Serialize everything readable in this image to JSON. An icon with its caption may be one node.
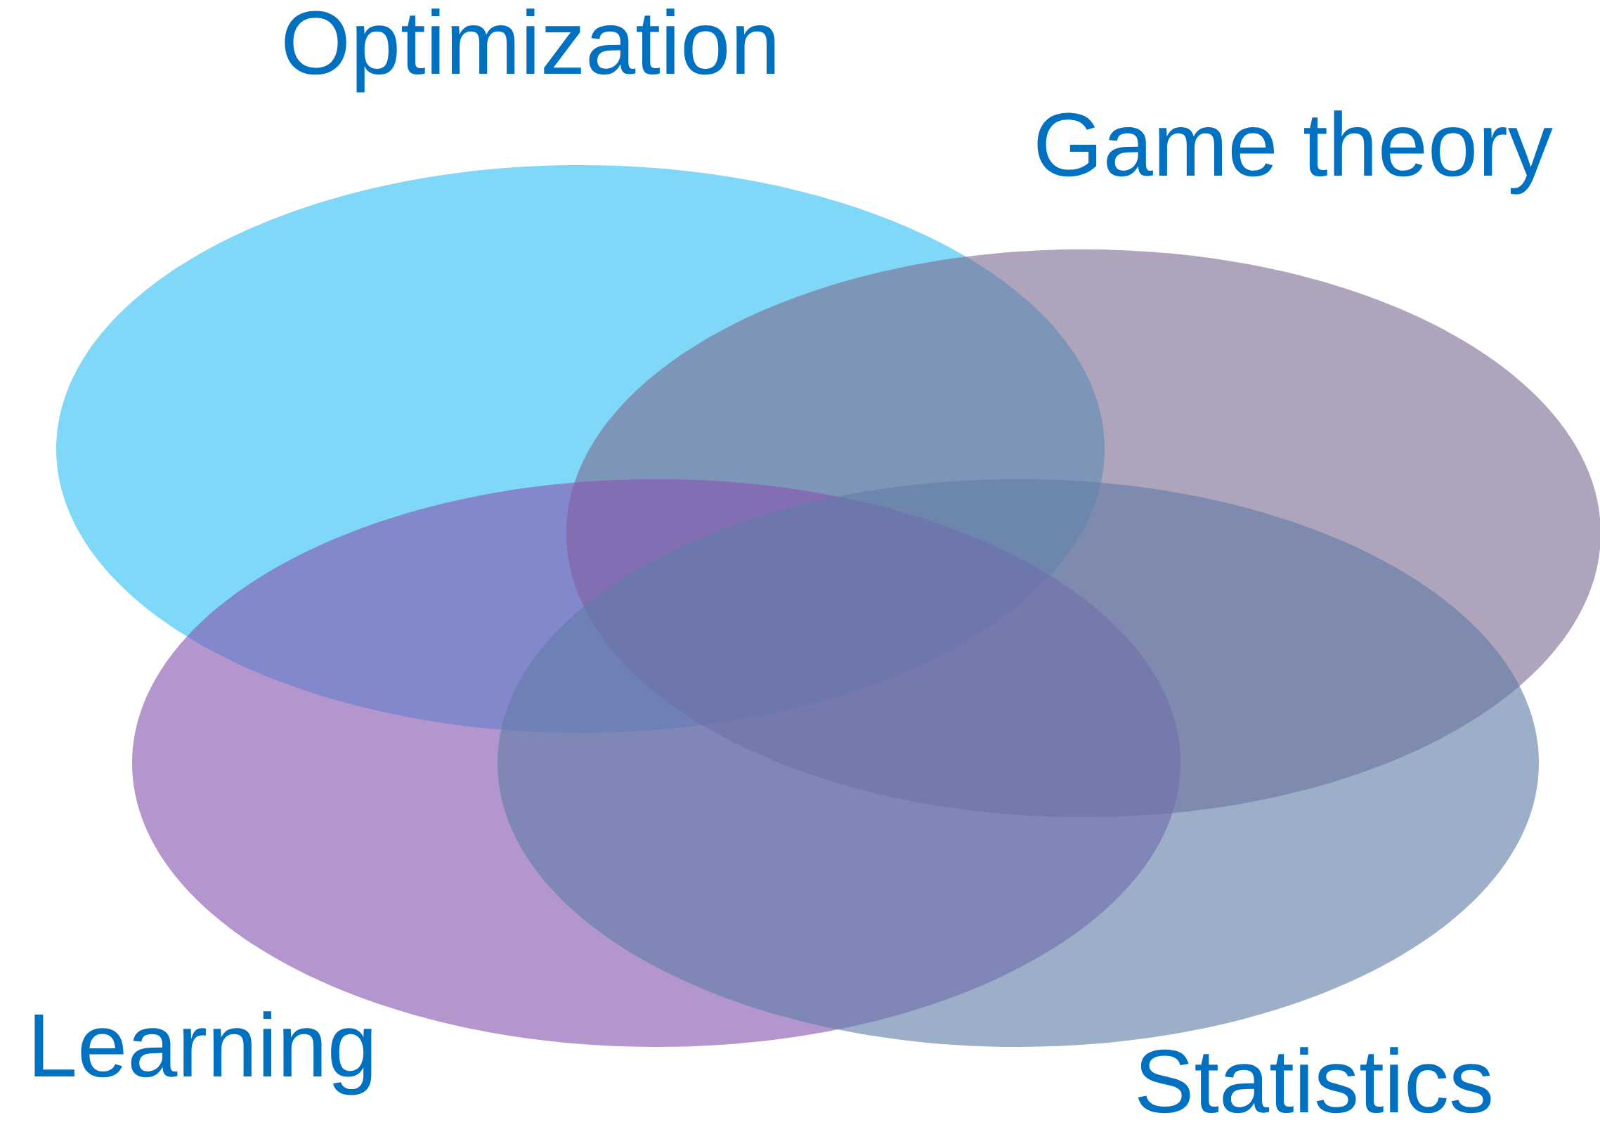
{
  "diagram": {
    "nodes": [
      {
        "text": [
          "Optimization"
        ]
      },
      {
        "text": [
          "Game theory"
        ]
      },
      {
        "text": [
          "Learning"
        ]
      },
      {
        "text": [
          "Statistics"
        ]
      }
    ]
  }
}
